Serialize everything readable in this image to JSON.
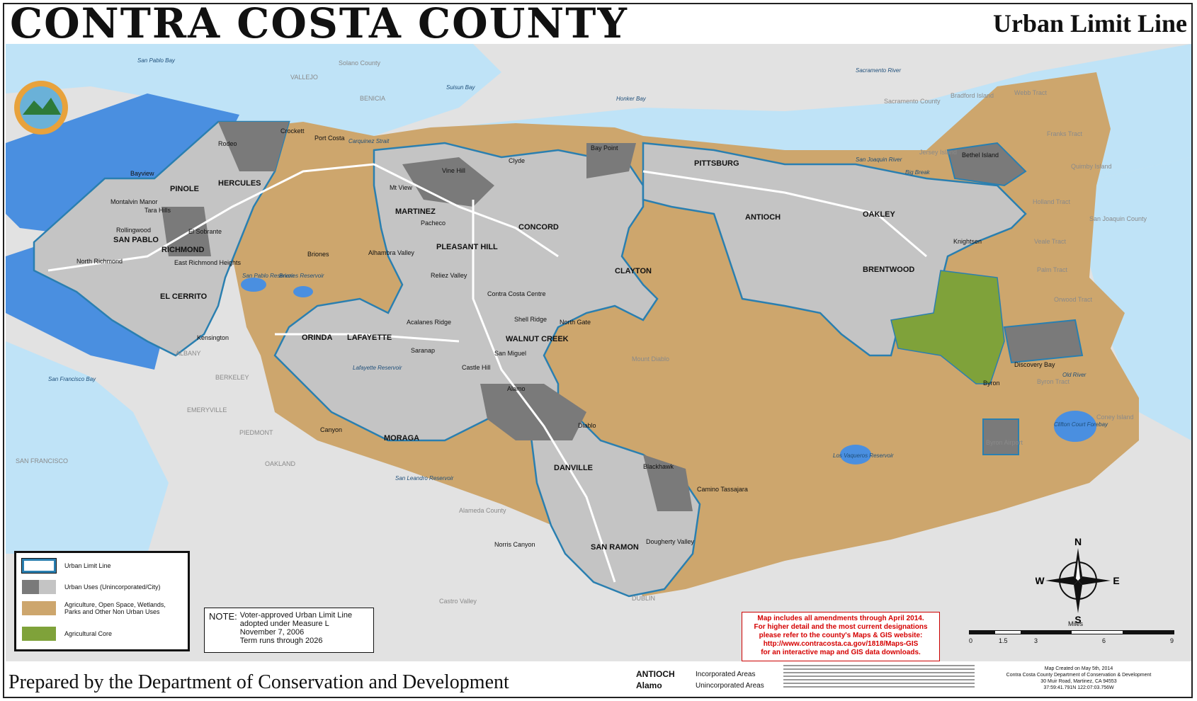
{
  "header": {
    "title": "CONTRA COSTA COUNTY",
    "subtitle": "Urban Limit Line"
  },
  "map": {
    "cities": [
      "PINOLE",
      "HERCULES",
      "SAN PABLO",
      "RICHMOND",
      "EL CERRITO",
      "MARTINEZ",
      "PLEASANT HILL",
      "CONCORD",
      "CLAYTON",
      "PITTSBURG",
      "ANTIOCH",
      "OAKLEY",
      "BRENTWOOD",
      "ORINDA",
      "LAFAYETTE",
      "MORAGA",
      "WALNUT CREEK",
      "DANVILLE",
      "SAN RAMON"
    ],
    "places": [
      "Crockett",
      "Port Costa",
      "Rodeo",
      "Bayview",
      "Montalvin Manor",
      "Tara Hills",
      "Rollingwood",
      "El Sobrante",
      "North Richmond",
      "East Richmond Heights",
      "Kensington",
      "Briones",
      "Vine Hill",
      "Clyde",
      "Mt View",
      "Pacheco",
      "Alhambra Valley",
      "Reliez Valley",
      "Bay Point",
      "Contra Costa Centre",
      "Acalanes Ridge",
      "Shell Ridge",
      "North Gate",
      "Saranap",
      "San Miguel",
      "Castle Hill",
      "Alamo",
      "Canyon",
      "Diablo",
      "Blackhawk",
      "Camino Tassajara",
      "Norris Canyon",
      "Dougherty Valley",
      "Knightsen",
      "Discovery Bay",
      "Byron",
      "Bethel Island"
    ],
    "water": [
      "San Pablo Bay",
      "Suisun Bay",
      "Carquinez Strait",
      "Honker Bay",
      "Sacramento River",
      "San Joaquin River",
      "San Pablo Reservoir",
      "Briones Reservoir",
      "Lafayette Reservoir",
      "San Leandro Reservoir",
      "Los Vaqueros Reservoir",
      "Clifton Court Forebay",
      "San Francisco Bay",
      "Big Break",
      "Old River"
    ],
    "outside": [
      "VALLEJO",
      "BENICIA",
      "Solano County",
      "Sacramento County",
      "San Joaquin County",
      "ALBANY",
      "BERKELEY",
      "EMERYVILLE",
      "PIEDMONT",
      "OAKLAND",
      "SAN FRANCISCO",
      "Alameda County",
      "DUBLIN",
      "Castro Valley",
      "Mount Diablo",
      "Byron Airport"
    ],
    "tracts": [
      "Bradford Island",
      "Webb Tract",
      "Franks Tract",
      "Jersey Island",
      "Quimby Island",
      "Holland Tract",
      "Veale Tract",
      "Palm Tract",
      "Orwood Tract",
      "Byron Tract",
      "Coney Island"
    ]
  },
  "legend": {
    "items": [
      {
        "label": "Urban Limit Line"
      },
      {
        "label": "Urban Uses (Unincorporated/City)"
      },
      {
        "label": "Agriculture, Open Space, Wetlands,",
        "label2": "Parks and Other Non Urban Uses"
      },
      {
        "label": "Agricultural Core"
      }
    ]
  },
  "note": {
    "lead": "NOTE:",
    "lines": [
      "Voter-approved Urban Limit Line",
      "adopted under Measure L",
      "November 7, 2006",
      "Term runs through 2026"
    ]
  },
  "redbox": {
    "lines": [
      "Map includes all amendments through April 2014.",
      "For higher detail and the most current designations",
      "please refer to the county's Maps & GIS website:",
      "http://www.contracosta.ca.gov/1818/Maps-GIS",
      "for an interactive map and GIS data downloads."
    ]
  },
  "scale": {
    "title": "Miles",
    "ticks": [
      "0",
      "1.5",
      "3",
      "6",
      "9"
    ]
  },
  "compass": {
    "n": "N",
    "s": "S",
    "e": "E",
    "w": "W"
  },
  "footer": {
    "prepared_by": "Prepared by the Department of Conservation and Development",
    "key_inc_name": "ANTIOCH",
    "key_inc_label": "Incorporated Areas",
    "key_uninc_name": "Alamo",
    "key_uninc_label": "Unincorporated Areas",
    "credit": [
      "Map Created on May 5th, 2014",
      "Contra Costa County Department of Conservation & Development",
      "30 Muir Road, Martinez, CA 94553",
      "37:59:41.791N 122:07:03.756W"
    ]
  },
  "colors": {
    "water": "#4a8fe0",
    "water_light": "#bfe3f7",
    "land_outside": "#e2e2e2",
    "agriculture": "#cda66d",
    "urban_light": "#c4c4c4",
    "urban_dark": "#7a7a7a",
    "ag_core": "#7fa23a",
    "ull": "#2a7fb0"
  }
}
